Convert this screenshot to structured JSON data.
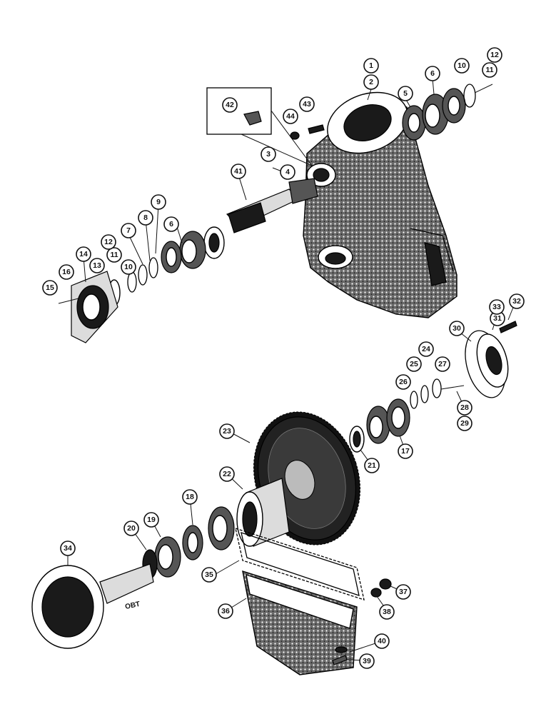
{
  "diagram": {
    "callouts": [
      {
        "id": "c1",
        "label": "1"
      },
      {
        "id": "c2",
        "label": "2"
      },
      {
        "id": "c3",
        "label": "3"
      },
      {
        "id": "c4",
        "label": "4"
      },
      {
        "id": "c5",
        "label": "5"
      },
      {
        "id": "c6a",
        "label": "6"
      },
      {
        "id": "c6b",
        "label": "6"
      },
      {
        "id": "c7",
        "label": "7"
      },
      {
        "id": "c8",
        "label": "8"
      },
      {
        "id": "c9",
        "label": "9"
      },
      {
        "id": "c10a",
        "label": "10"
      },
      {
        "id": "c10b",
        "label": "10"
      },
      {
        "id": "c11a",
        "label": "11"
      },
      {
        "id": "c11b",
        "label": "11"
      },
      {
        "id": "c12a",
        "label": "12"
      },
      {
        "id": "c12b",
        "label": "12"
      },
      {
        "id": "c13",
        "label": "13"
      },
      {
        "id": "c14",
        "label": "14"
      },
      {
        "id": "c15",
        "label": "15"
      },
      {
        "id": "c16",
        "label": "16"
      },
      {
        "id": "c17",
        "label": "17"
      },
      {
        "id": "c18",
        "label": "18"
      },
      {
        "id": "c19",
        "label": "19"
      },
      {
        "id": "c20",
        "label": "20"
      },
      {
        "id": "c21",
        "label": "21"
      },
      {
        "id": "c22",
        "label": "22"
      },
      {
        "id": "c23",
        "label": "23"
      },
      {
        "id": "c24",
        "label": "24"
      },
      {
        "id": "c25",
        "label": "25"
      },
      {
        "id": "c26",
        "label": "26"
      },
      {
        "id": "c27",
        "label": "27"
      },
      {
        "id": "c28",
        "label": "28"
      },
      {
        "id": "c29",
        "label": "29"
      },
      {
        "id": "c30",
        "label": "30"
      },
      {
        "id": "c31",
        "label": "31"
      },
      {
        "id": "c32",
        "label": "32"
      },
      {
        "id": "c33",
        "label": "33"
      },
      {
        "id": "c34",
        "label": "34"
      },
      {
        "id": "c35",
        "label": "35"
      },
      {
        "id": "c36",
        "label": "36"
      },
      {
        "id": "c37",
        "label": "37"
      },
      {
        "id": "c38",
        "label": "38"
      },
      {
        "id": "c39",
        "label": "39"
      },
      {
        "id": "c40",
        "label": "40"
      },
      {
        "id": "c41",
        "label": "41"
      },
      {
        "id": "c42",
        "label": "42"
      },
      {
        "id": "c43",
        "label": "43"
      },
      {
        "id": "c44",
        "label": "44"
      }
    ],
    "stamp_text": "OBT"
  }
}
